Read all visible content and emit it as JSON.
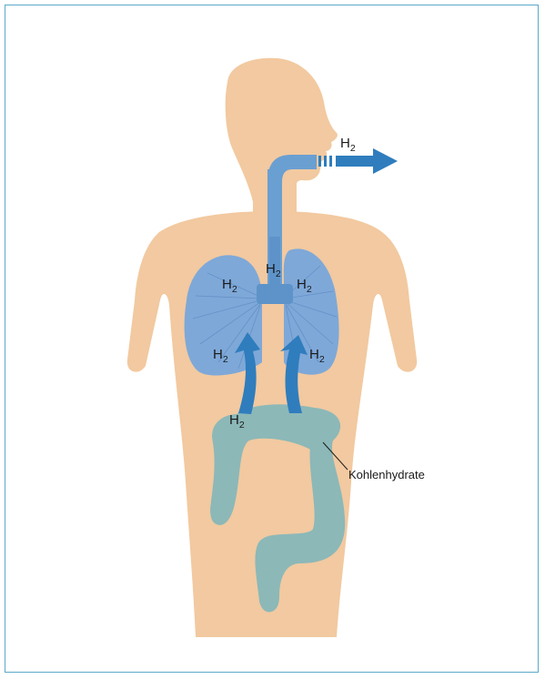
{
  "diagram": {
    "labels": {
      "exhale": {
        "main": "H",
        "sub": "2"
      },
      "trachea": {
        "main": "H",
        "sub": "2"
      },
      "lung_left": {
        "main": "H",
        "sub": "2"
      },
      "lung_right": {
        "main": "H",
        "sub": "2"
      },
      "arrow_left": {
        "main": "H",
        "sub": "2"
      },
      "arrow_right": {
        "main": "H",
        "sub": "2"
      },
      "colon": {
        "main": "H",
        "sub": "2"
      }
    },
    "callout": "Kohlenhydrate"
  },
  "colors": {
    "frame": "#5aa9c9",
    "body": "#f2c9a0",
    "lungs": "#7ea8d8",
    "airway": "#6a9fd2",
    "arrow": "#2f7dbd",
    "colon": "#8cb8b8"
  }
}
